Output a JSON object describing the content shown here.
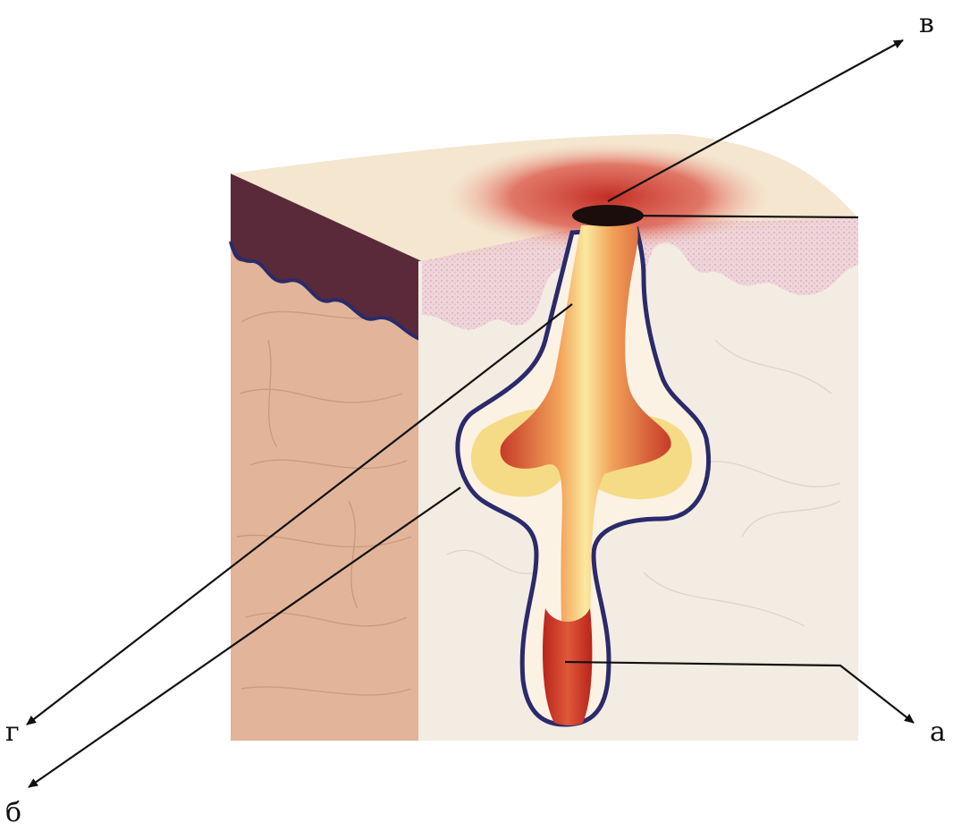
{
  "labels": {
    "a": "а",
    "b": "б",
    "v": "в",
    "g": "г"
  },
  "colors": {
    "skin_surface": "#f4e6cf",
    "side_face": "#e2b59b",
    "dermis": "#f3ece2",
    "epidermis": "#e9c3d3",
    "pigment_layer": "#5a2a3a",
    "outline": "#2b2a6b",
    "inflammation": "#c9352a",
    "pus": "#f7d45a",
    "arrow": "#111111"
  }
}
